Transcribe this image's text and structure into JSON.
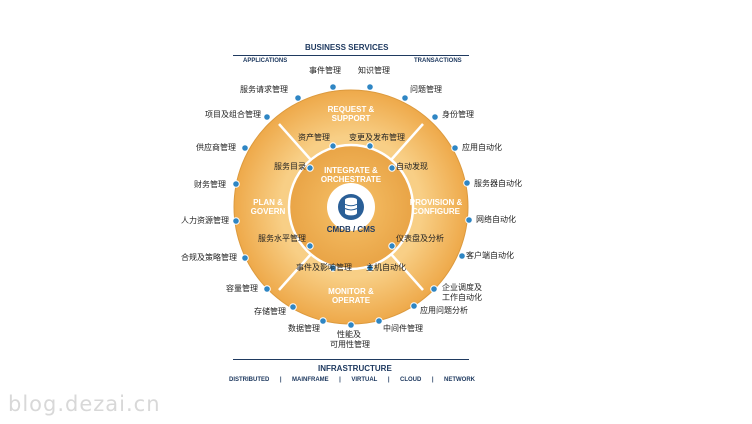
{
  "top": {
    "title": "BUSINESS SERVICES",
    "left_label": "APPLICATIONS",
    "right_label": "TRANSACTIONS"
  },
  "bottom": {
    "title": "INFRASTRUCTURE",
    "items": [
      "DISTRIBUTED",
      "|",
      "MAINFRAME",
      "|",
      "VIRTUAL",
      "|",
      "CLOUD",
      "|",
      "NETWORK"
    ]
  },
  "center": {
    "label": "CMDB / CMS"
  },
  "segments": {
    "request": [
      "REQUEST &",
      "SUPPORT"
    ],
    "plan": [
      "PLAN &",
      "GOVERN"
    ],
    "provision": [
      "PROVISION &",
      "CONFIGURE"
    ],
    "monitor": [
      "MONITOR &",
      "OPERATE"
    ],
    "integrate": [
      "INTEGRATE &",
      "ORCHESTRATE"
    ]
  },
  "outer_labels": [
    "事件管理",
    "知识管理",
    "问题管理",
    "身份管理",
    "应用自动化",
    "服务器自动化",
    "网络自动化",
    "客户端自动化",
    "企业调度及",
    "工作自动化",
    "应用问题分析",
    "中间件管理",
    "性能及",
    "可用性管理",
    "数据管理",
    "存储管理",
    "容量管理",
    "合规及策略管理",
    "人力资源管理",
    "财务管理",
    "供应商管理",
    "项目及组合管理",
    "服务请求管理"
  ],
  "inner_labels": [
    "资产管理",
    "变更及发布管理",
    "服务目录",
    "自动发现",
    "服务水平管理",
    "仪表盘及分析",
    "事件及影响管理",
    "主机自动化"
  ],
  "watermark": "blog.dezai.cn",
  "colors": {
    "ring_outer": "#f0b457",
    "ring_inner": "#f6c777",
    "dot": "#2f86c4",
    "navy": "#1f3a60"
  }
}
